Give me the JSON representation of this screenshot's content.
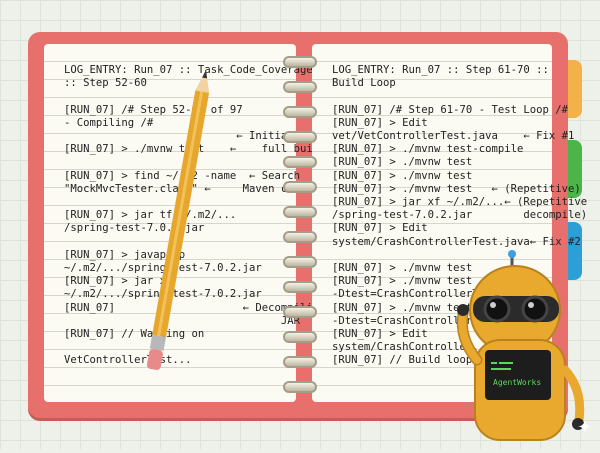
{
  "notebook": {
    "left_lines": [
      "LOG_ENTRY: Run_07 :: Task_Code_Coverage",
      ":: Step 52-60",
      "",
      "[RUN_07] /# Step 52-60 of 97",
      "- Compiling /#",
      "                           ← Initial",
      "[RUN_07] > ./mvnw test    ←    full build",
      "",
      "[RUN_07] > find ~/.m2 -name  ← Search",
      "\"MockMvcTester.class\" ←     Maven cache",
      "",
      "[RUN_07] > jar tf ~/.m2/...",
      "/spring-test-7.0.2.jar",
      "",
      "[RUN_07] > javap -p",
      "~/.m2/.../spring-test-7.0.2.jar",
      "[RUN_07] > jar xf",
      "~/.m2/.../spring-test-7.0.2.jar",
      "[RUN_07]                    ← Decompiling",
      "                                  JAR",
      "[RUN_07] // Waiting on",
      "",
      "VetControllerTest..."
    ],
    "right_lines": [
      "LOG_ENTRY: Run_07 :: Step 61-70 ::",
      "Build Loop",
      "",
      "[RUN_07] /# Step 61-70 - Test Loop /#",
      "[RUN_07] > Edit",
      "vet/VetControllerTest.java    ← Fix #1",
      "[RUN_07] > ./mvnw test-compile",
      "[RUN_07] > ./mvnw test",
      "[RUN_07] > ./mvnw test",
      "[RUN_07] > ./mvnw test   ← (Repetitive)",
      "[RUN_07] > jar xf ~/.m2/...← (Repetitive",
      "/spring-test-7.0.2.jar        decompile)",
      "[RUN_07] > Edit",
      "system/CrashControllerTest.java← Fix #2",
      "",
      "[RUN_07] > ./mvnw test",
      "[RUN_07] > ./mvnw test",
      "-Dtest=CrashControllerTest",
      "[RUN_07] > ./mvnw test",
      "-Dtest=CrashControllerTest",
      "[RUN_07] > Edit",
      "system/CrashController...",
      "[RUN_07] // Build loop"
    ]
  },
  "robot": {
    "screen_label": "AgentWorks"
  },
  "colors": {
    "cover": "#e7706c",
    "page": "#fbfaf3",
    "tab_orange": "#f3b14a",
    "tab_green": "#4cb54a",
    "tab_blue": "#2b9fd6",
    "robot_body": "#e9a82e",
    "pencil": "#e6a72c"
  },
  "decorations": [
    "spiral-binding",
    "pencil",
    "robot-mascot",
    "sparkle"
  ]
}
